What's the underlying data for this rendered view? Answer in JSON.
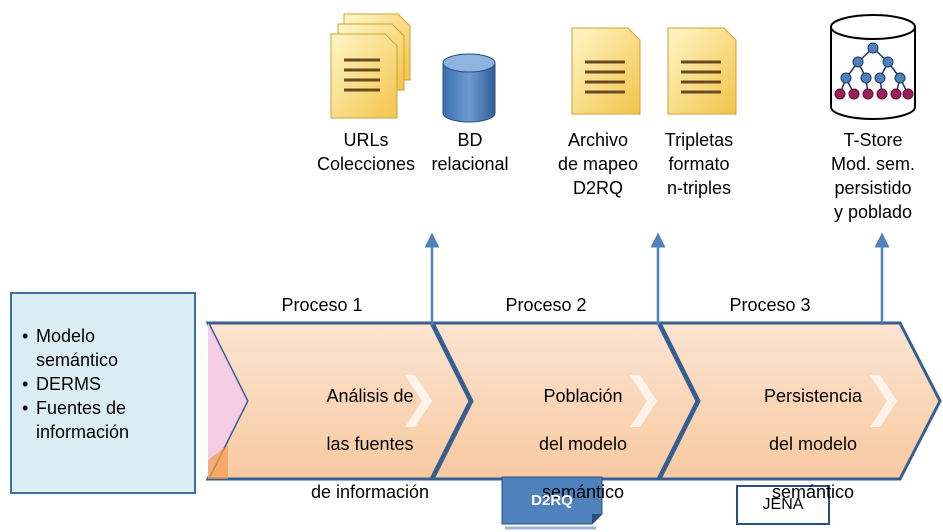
{
  "inputs": {
    "items": [
      {
        "lines": [
          "Modelo",
          "semántico"
        ]
      },
      {
        "lines": [
          "DERMS"
        ]
      },
      {
        "lines": [
          "Fuentes de",
          "información"
        ]
      }
    ]
  },
  "processes": [
    {
      "title": "Proceso 1",
      "body": [
        "Análisis de",
        "las fuentes",
        "de información"
      ]
    },
    {
      "title": "Proceso 2",
      "body": [
        "Población",
        "del modelo",
        "semántico"
      ]
    },
    {
      "title": "Proceso 3",
      "body": [
        "Persistencia",
        "del modelo",
        "semántico"
      ]
    }
  ],
  "outputs": [
    {
      "icon": "documents-stack-icon",
      "label": "URLs\nColecciones"
    },
    {
      "icon": "database-icon",
      "label": "BD\nrelacional"
    },
    {
      "icon": "document-icon",
      "label": "Archivo\nde mapeo\nD2RQ"
    },
    {
      "icon": "document-icon",
      "label": "Tripletas\nformato\nn-triples"
    },
    {
      "icon": "triple-store-icon",
      "label": "T-Store\nMod. sem.\npersistido\ny poblado"
    }
  ],
  "tools": {
    "d2rq": "D2RQ",
    "jena": "JENA"
  },
  "colors": {
    "process_fill": "#fbd5b5",
    "process_stroke": "#365f91",
    "arrow": "#4f81bd",
    "input_fill": "#dbeef4",
    "tool_fill": "#4f81bd"
  }
}
